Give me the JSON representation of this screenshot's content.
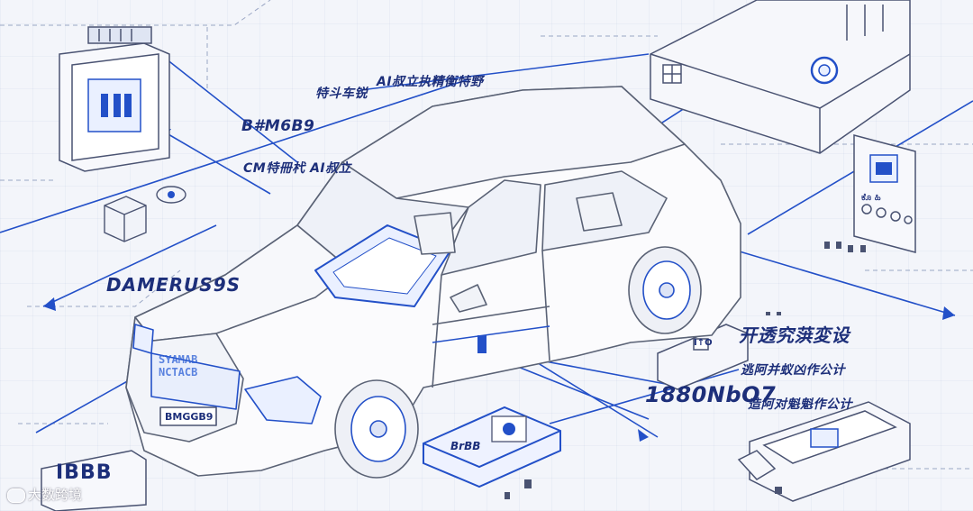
{
  "labels": {
    "b_model": "B#M6B9",
    "b_model_suffix": "特斗车锐",
    "top_cn": "AI叔立执精衡特野",
    "cm_line": "CM特冊杙 AI叔立",
    "damerus": "DAMERUS9S",
    "cn_right_big": "开透究葓変设",
    "big_num": "1880NbO7",
    "cn_right_small1": "逃阿并蚁凶作公计",
    "cn_right_small2": "造阿对魁魁作公计"
  },
  "car": {
    "grill_text_1": "SYAMAB",
    "grill_text_2": "NCTACB",
    "plate": "BMGGB9"
  },
  "devices": {
    "chip_label": "BrBB",
    "card_label": "IBBB",
    "panel_small_text": "ಕೊ ಹಿ",
    "tag_text": "I↑O"
  },
  "watermark": {
    "text": "大数跨境"
  },
  "colors": {
    "line_blue": "#2350c8",
    "ink_dark": "#1d2f7a",
    "sketch_gray": "#5a6275",
    "accent_blue": "#3b6fe0"
  }
}
